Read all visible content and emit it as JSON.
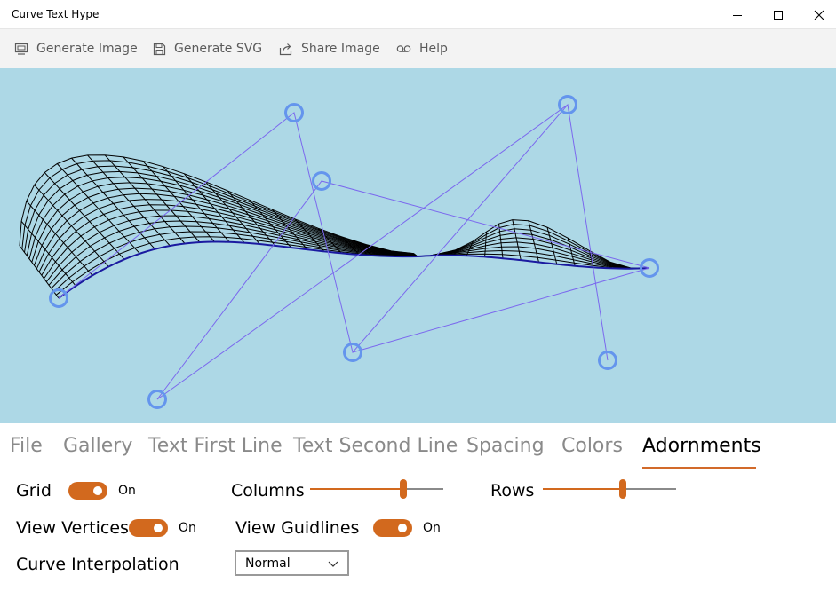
{
  "window": {
    "title": "Curve Text Hype"
  },
  "toolbar": {
    "items": [
      {
        "label": "Generate Image",
        "icon": "image-icon"
      },
      {
        "label": "Generate SVG",
        "icon": "save-icon"
      },
      {
        "label": "Share Image",
        "icon": "share-icon"
      },
      {
        "label": "Help",
        "icon": "voicemail-icon"
      }
    ]
  },
  "canvas": {
    "background": "#add8e6",
    "mesh_color": "#000000",
    "guide_color": "#7b68ee",
    "vertex_color": "#6495ed"
  },
  "tabs": [
    "File",
    "Gallery",
    "Text First Line",
    "Text Second Line",
    "Spacing",
    "Colors",
    "Adornments"
  ],
  "active_tab": "Adornments",
  "settings": {
    "grid": {
      "label": "Grid",
      "state": "On"
    },
    "columns": {
      "label": "Columns",
      "value_fraction": 0.7
    },
    "rows": {
      "label": "Rows",
      "value_fraction": 0.6
    },
    "view_vertices": {
      "label": "View Vertices",
      "state": "On"
    },
    "view_guidelines": {
      "label": "View Guidlines",
      "state": "On"
    },
    "curve_interpolation": {
      "label": "Curve Interpolation",
      "value": "Normal"
    }
  },
  "accent": "#d2691e"
}
